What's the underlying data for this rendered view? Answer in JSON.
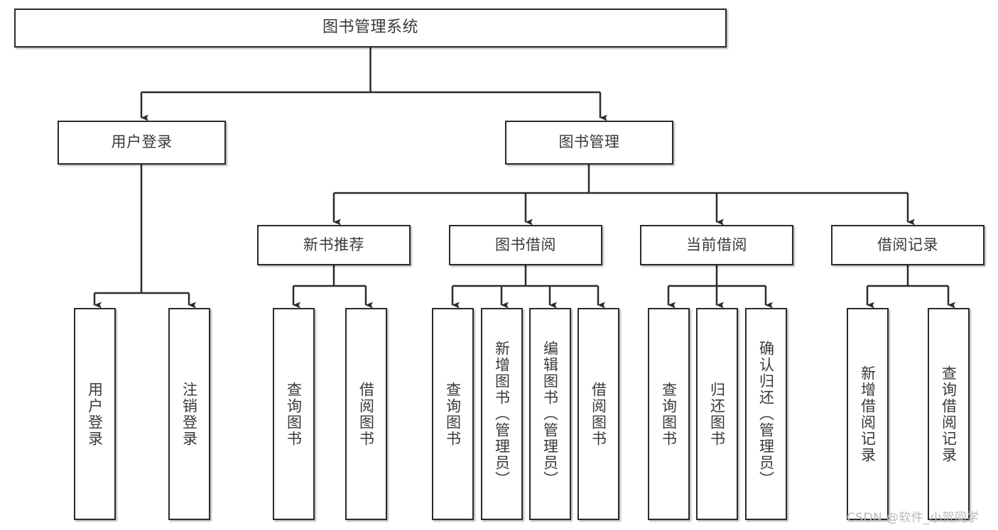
{
  "diagram": {
    "title": "图书管理系统",
    "type": "hierarchy-tree",
    "orientation": "top-down",
    "colors": {
      "box_border": "#2b2b2b",
      "box_fill": "#ffffff",
      "text": "#3a3a3a",
      "connector": "#2b2b2b",
      "watermark": "#b9b9b9",
      "background": "#ffffff"
    },
    "root": {
      "id": "root",
      "label": "图书管理系统"
    },
    "level1": [
      {
        "id": "user-login",
        "label": "用户登录"
      },
      {
        "id": "book-manage",
        "label": "图书管理"
      }
    ],
    "level2": [
      {
        "id": "new-book-rec",
        "label": "新书推荐"
      },
      {
        "id": "book-borrow",
        "label": "图书借阅"
      },
      {
        "id": "current-borrow",
        "label": "当前借阅"
      },
      {
        "id": "borrow-record",
        "label": "借阅记录"
      }
    ],
    "leaves": [
      {
        "id": "leaf-user-login",
        "label": "用户登录",
        "parent": "user-login"
      },
      {
        "id": "leaf-logout",
        "label": "注销登录",
        "parent": "user-login"
      },
      {
        "id": "leaf-query-book-1",
        "label": "查询图书",
        "parent": "new-book-rec"
      },
      {
        "id": "leaf-borrow-book-1",
        "label": "借阅图书",
        "parent": "new-book-rec"
      },
      {
        "id": "leaf-query-book-2",
        "label": "查询图书",
        "parent": "book-borrow"
      },
      {
        "id": "leaf-add-book",
        "label": "新增图书（管理员）",
        "parent": "book-borrow"
      },
      {
        "id": "leaf-edit-book",
        "label": "编辑图书（管理员）",
        "parent": "book-borrow"
      },
      {
        "id": "leaf-borrow-book-2",
        "label": "借阅图书",
        "parent": "book-borrow"
      },
      {
        "id": "leaf-query-book-3",
        "label": "查询图书",
        "parent": "current-borrow"
      },
      {
        "id": "leaf-return-book",
        "label": "归还图书",
        "parent": "current-borrow"
      },
      {
        "id": "leaf-confirm-return",
        "label": "确认归还（管理员）",
        "parent": "current-borrow"
      },
      {
        "id": "leaf-add-record",
        "label": "新增借阅记录",
        "parent": "borrow-record"
      },
      {
        "id": "leaf-query-record",
        "label": "查询借阅记录",
        "parent": "borrow-record"
      }
    ],
    "watermark": "CSDN @软件_小贺同学"
  }
}
